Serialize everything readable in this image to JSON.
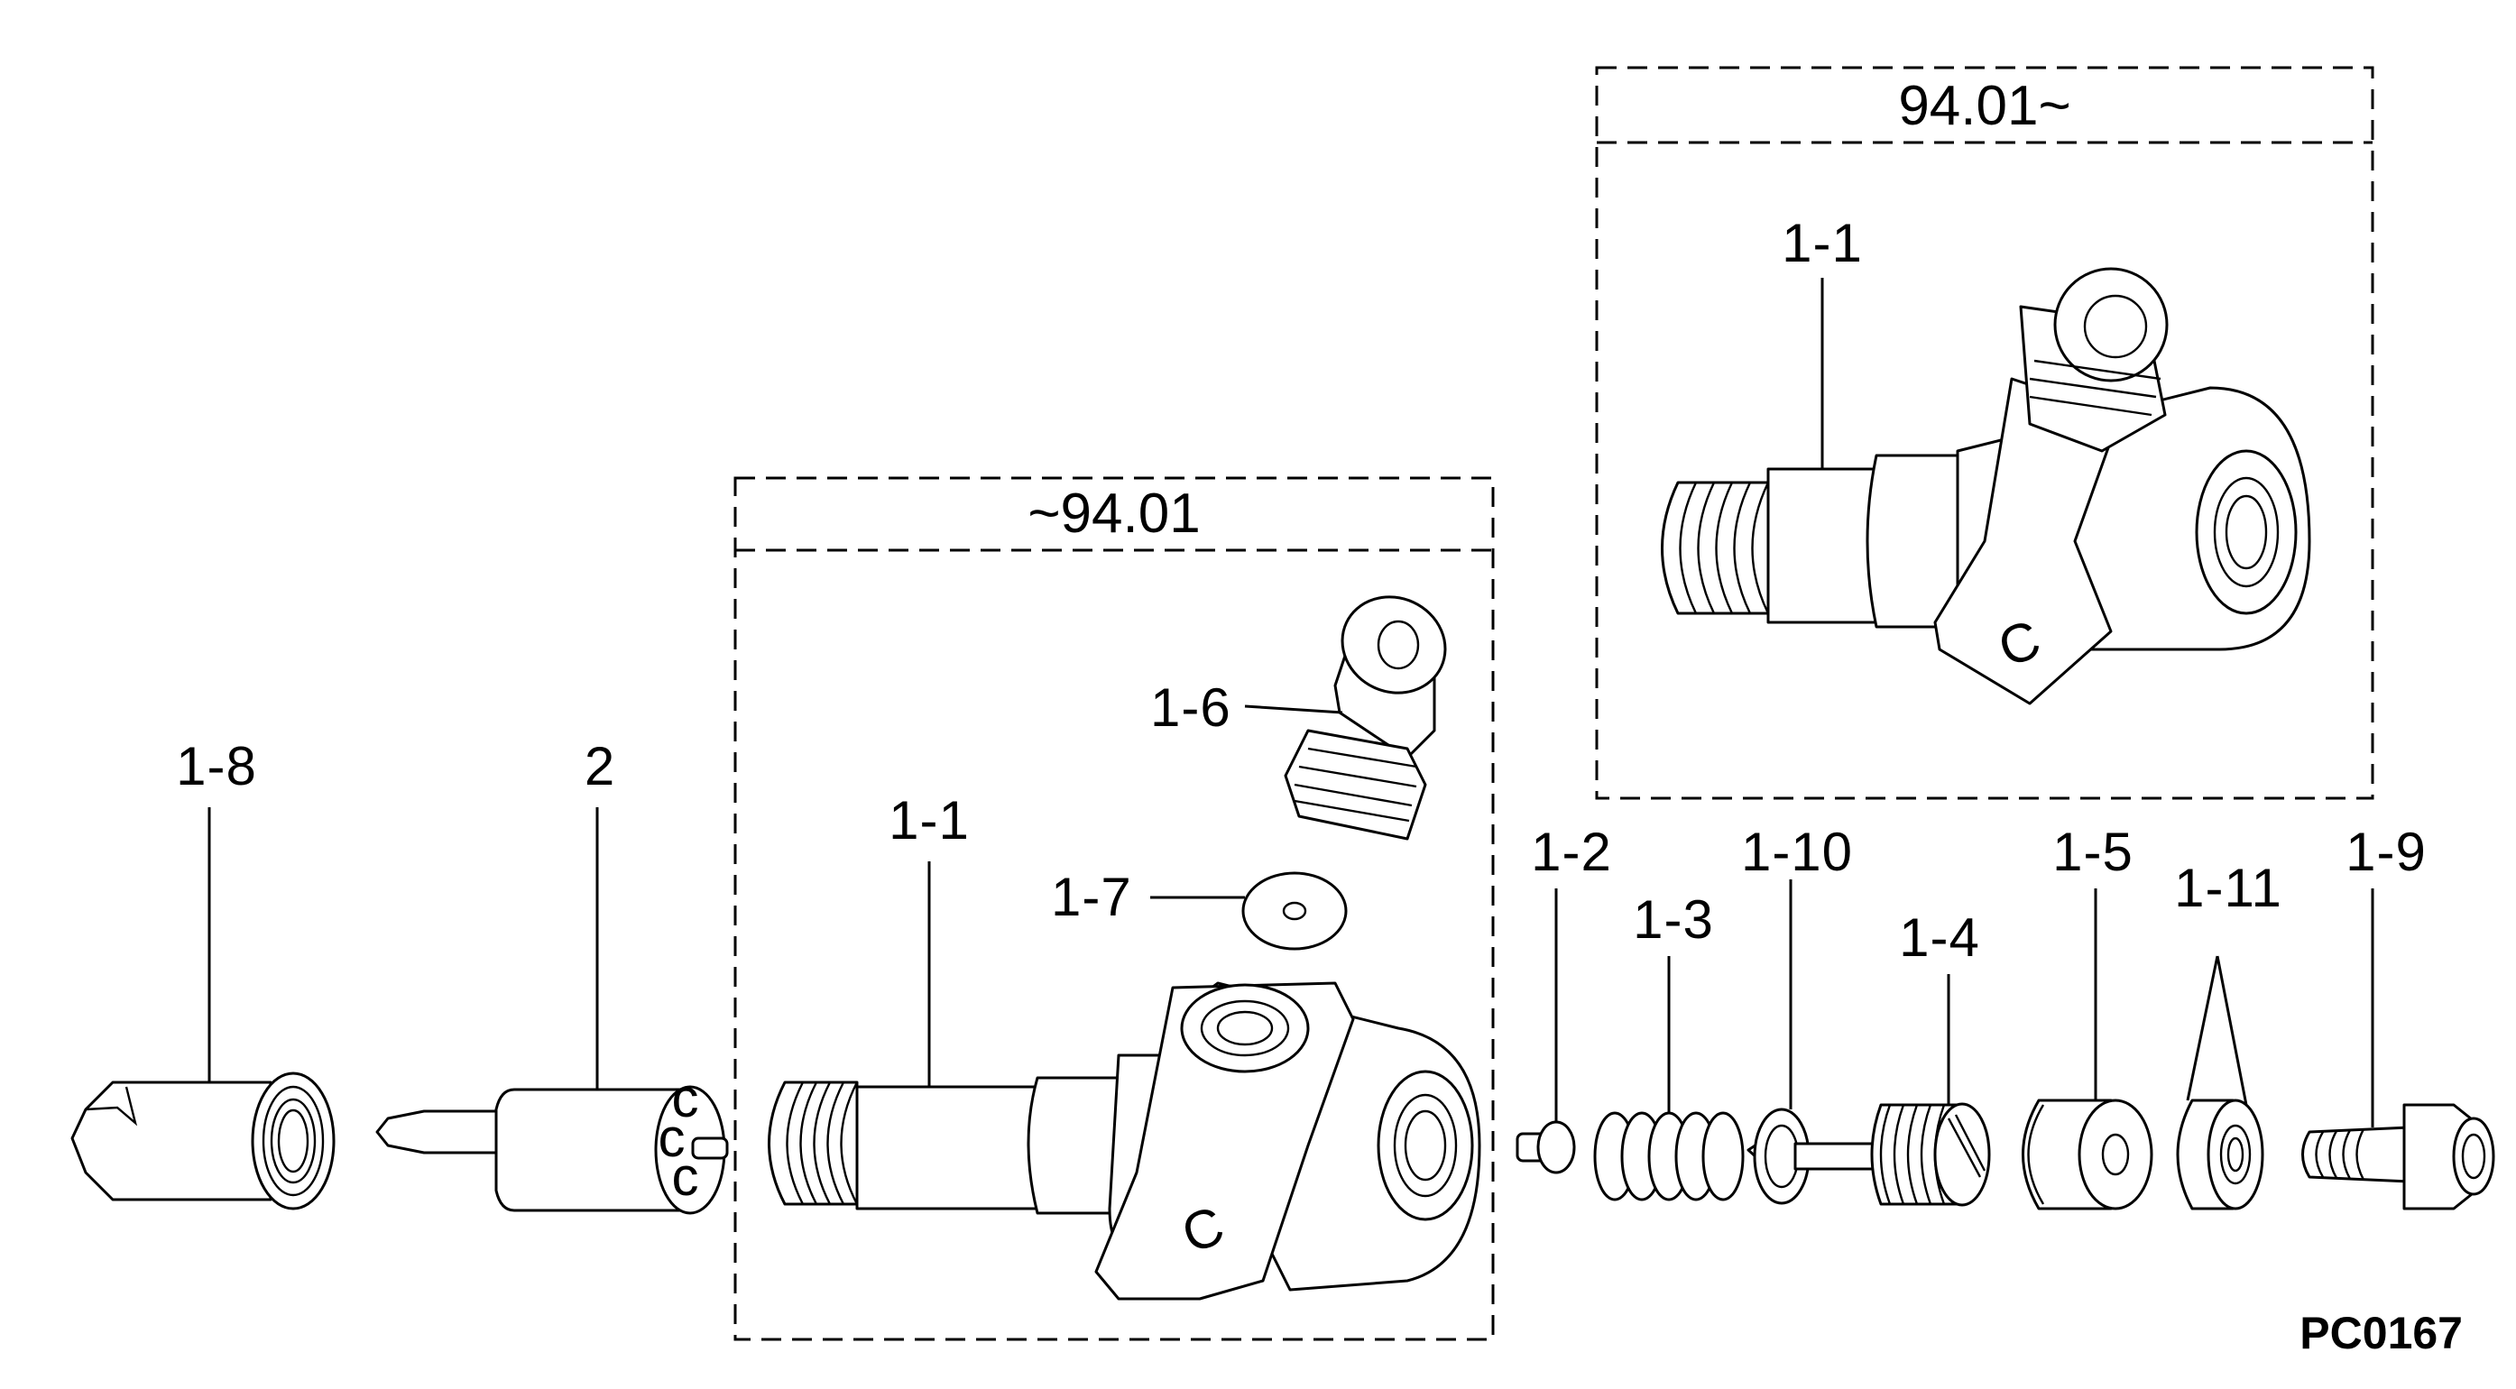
{
  "frames": {
    "old": {
      "label": "~94.01"
    },
    "new": {
      "label": "94.01~"
    }
  },
  "labels": {
    "p1_8": "1-8",
    "p2": "2",
    "p1_1_old": "1-1",
    "p1_6": "1-6",
    "p1_7": "1-7",
    "p1_1_new": "1-1",
    "p1_2": "1-2",
    "p1_3": "1-3",
    "p1_10": "1-10",
    "p1_4": "1-4",
    "p1_5": "1-5",
    "p1_11": "1-11",
    "p1_9": "1-9"
  },
  "body_marks": {
    "nozzle": [
      "c",
      "c",
      "c"
    ],
    "body_old": "C",
    "body_new": "C"
  },
  "drawing_code": "PC0167"
}
